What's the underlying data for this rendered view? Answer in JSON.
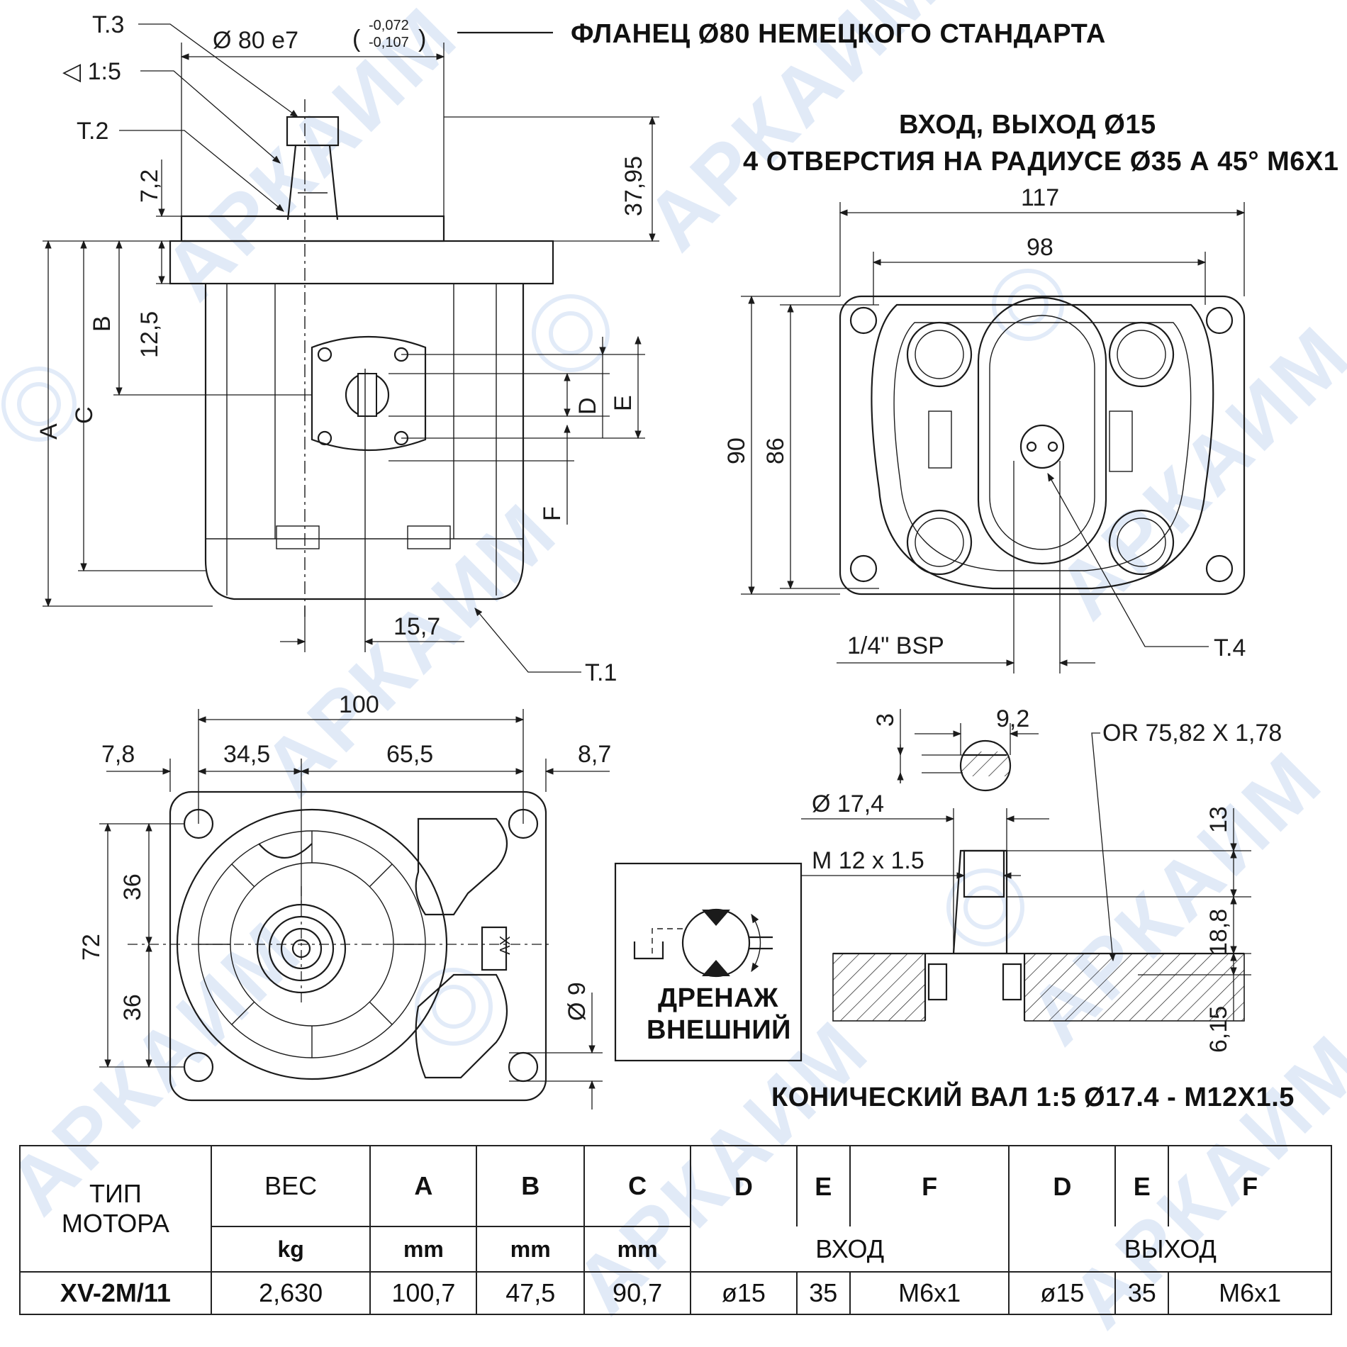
{
  "captions": {
    "flange": "ФЛАНЕЦ Ø80 НЕМЕЦКОГО СТАНДАРТА",
    "ports_line1": "ВХОД, ВЫХОД  Ø15",
    "ports_line2": "4 ОТВЕРСТИЯ НА РАДИУСЕ Ø35 А 45° М6Х1",
    "shaft": "КОНИЧЕСКИЙ ВАЛ 1:5 Ø17.4 - М12Х1.5",
    "drain_line1": "ДРЕНАЖ",
    "drain_line2": "ВНЕШНИЙ"
  },
  "watermark": "АРКАИМ",
  "side_view": {
    "t3": "T.3",
    "taper": "◁ 1:5",
    "t2": "T.2",
    "t1": "T.1",
    "d80": "Ø  80  e7",
    "tol_upper": "-0,072",
    "tol_lower": "-0,107",
    "h3795": "37,95",
    "h72": "7,2",
    "h125": "12,5",
    "w157": "15,7",
    "A": "A",
    "B": "B",
    "C": "C",
    "D": "D",
    "E": "E",
    "F": "F"
  },
  "front_view": {
    "w100": "100",
    "w78": "7,8",
    "w345": "34,5",
    "w655": "65,5",
    "w87": "8,7",
    "h72": "72",
    "h36a": "36",
    "h36b": "36",
    "d9": "Ø 9",
    "badge": "XV"
  },
  "rear_view": {
    "w117": "117",
    "w98": "98",
    "h90": "90",
    "h86": "86",
    "bsp": "1/4\" BSP",
    "t4": "T.4"
  },
  "shaft_detail": {
    "d3": "3",
    "w92": "9,2",
    "oring": "OR 75,82 X 1,78",
    "d174": "Ø  17,4",
    "thread": "M 12 x 1.5",
    "h13": "13",
    "h188": "18,8",
    "h615": "6,15"
  },
  "table": {
    "col_type": [
      "ТИП",
      "МОТОРА"
    ],
    "col_weight": "ВЕС",
    "col_A": "A",
    "col_B": "B",
    "col_C": "C",
    "col_D1": "D",
    "col_E1": "E",
    "col_F1": "F",
    "col_D2": "D",
    "col_E2": "E",
    "col_F2": "F",
    "unit_weight": "kg",
    "unit_A": "mm",
    "unit_B": "mm",
    "unit_C": "mm",
    "group_in": "ВХОД",
    "group_out": "ВЫХОД",
    "row": {
      "type": "XV-2M/11",
      "weight": "2,630",
      "A": "100,7",
      "B": "47,5",
      "C": "90,7",
      "in_D": "ø15",
      "in_E": "35",
      "in_F": "M6x1",
      "out_D": "ø15",
      "out_E": "35",
      "out_F": "M6x1"
    }
  }
}
